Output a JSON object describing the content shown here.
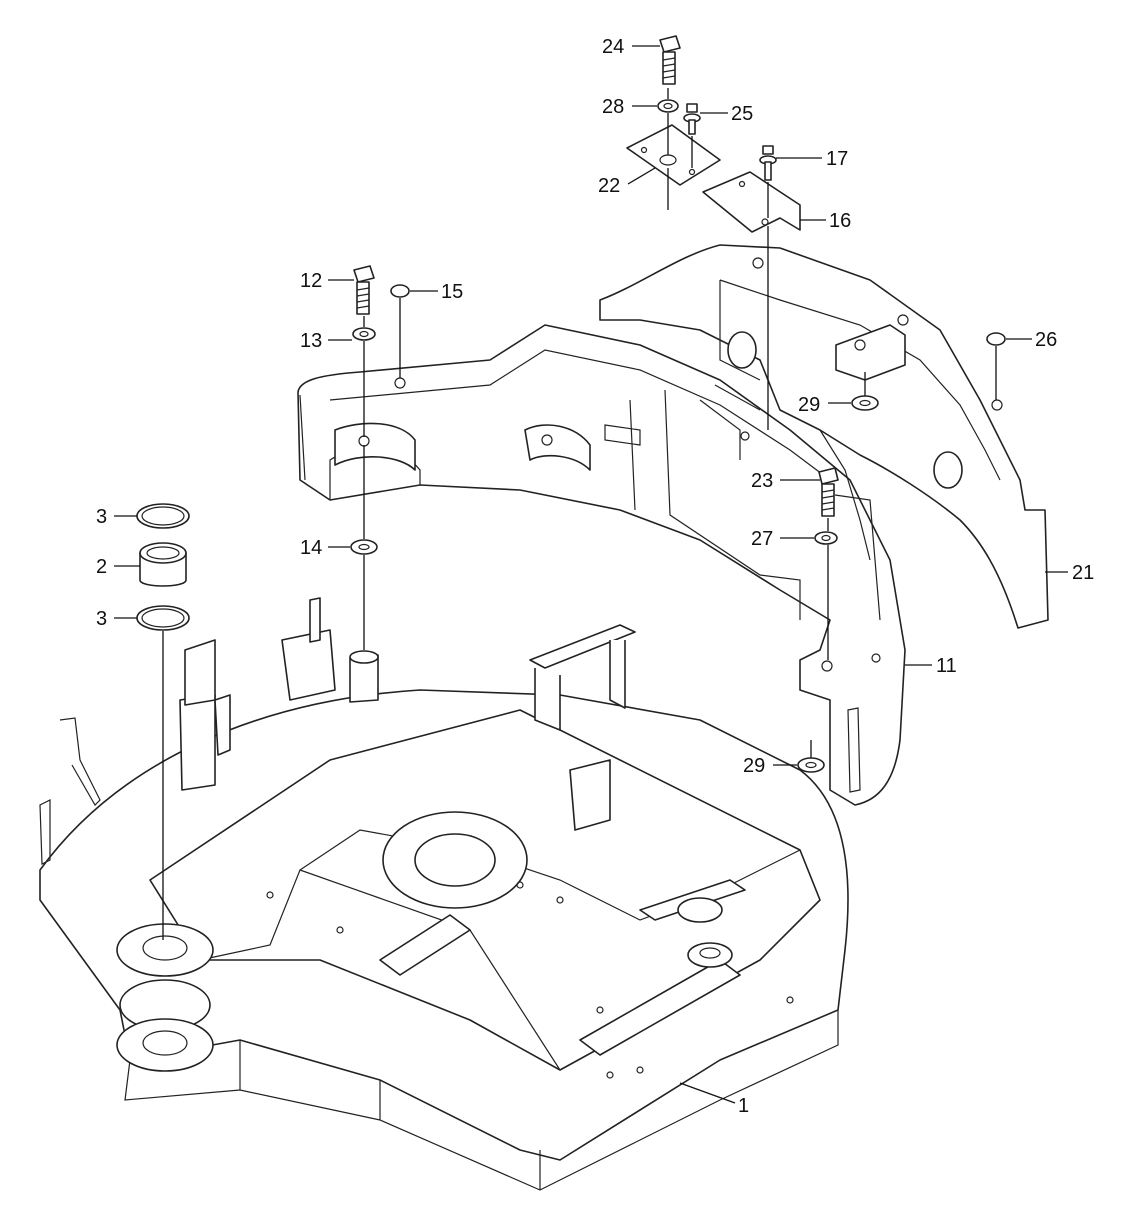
{
  "callouts": [
    {
      "id": "c24",
      "label": "24"
    },
    {
      "id": "c28",
      "label": "28"
    },
    {
      "id": "c25",
      "label": "25"
    },
    {
      "id": "c22",
      "label": "22"
    },
    {
      "id": "c17",
      "label": "17"
    },
    {
      "id": "c16",
      "label": "16"
    },
    {
      "id": "c12",
      "label": "12"
    },
    {
      "id": "c15",
      "label": "15"
    },
    {
      "id": "c13",
      "label": "13"
    },
    {
      "id": "c26",
      "label": "26"
    },
    {
      "id": "c29a",
      "label": "29"
    },
    {
      "id": "c23",
      "label": "23"
    },
    {
      "id": "c3a",
      "label": "3"
    },
    {
      "id": "c14",
      "label": "14"
    },
    {
      "id": "c27",
      "label": "27"
    },
    {
      "id": "c2",
      "label": "2"
    },
    {
      "id": "c21",
      "label": "21"
    },
    {
      "id": "c3b",
      "label": "3"
    },
    {
      "id": "c11",
      "label": "11"
    },
    {
      "id": "c29b",
      "label": "29"
    },
    {
      "id": "c1",
      "label": "1"
    }
  ]
}
